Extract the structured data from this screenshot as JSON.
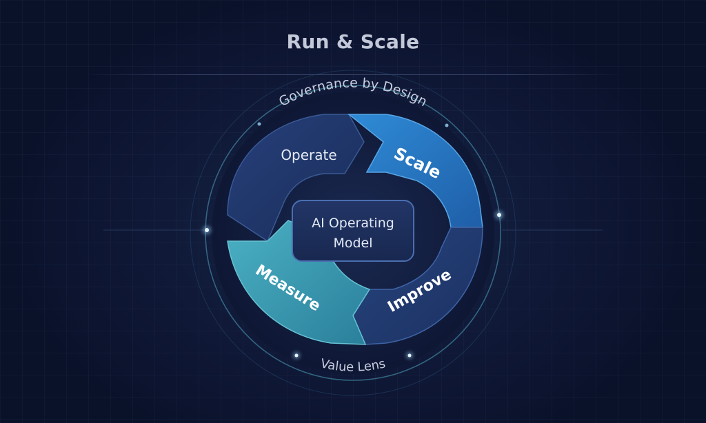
{
  "header": {
    "title": "Run & Scale"
  },
  "diagram": {
    "outer_top_label": "Governance by Design",
    "outer_bottom_label": "Value Lens",
    "center_label_line1": "AI Operating",
    "center_label_line2": "Model",
    "segments": [
      {
        "id": "operate",
        "label": "Operate"
      },
      {
        "id": "scale",
        "label": "Scale"
      },
      {
        "id": "improve",
        "label": "Improve"
      },
      {
        "id": "measure",
        "label": "Measure"
      }
    ]
  },
  "colors": {
    "background": "#0d1530",
    "ring_line": "#3f7f9a",
    "operate": "#1f3566",
    "scale": "#2a76c4",
    "improve": "#223d72",
    "measure": "#3b9cb3",
    "center_box": "#1c2c58",
    "text": "#e6ecf5"
  }
}
